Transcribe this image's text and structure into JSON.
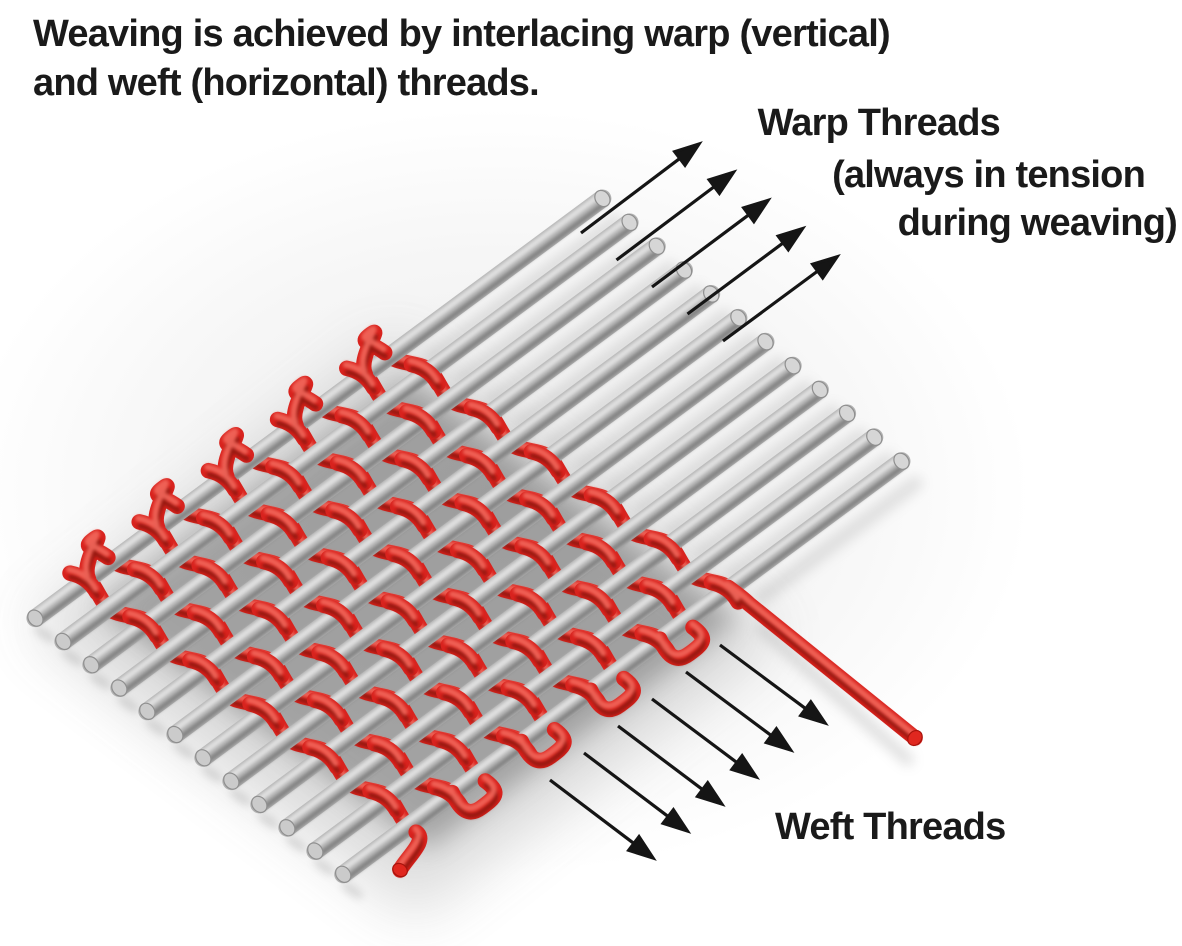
{
  "title": {
    "line1": "Weaving is achieved by interlacing warp (vertical)",
    "line2": "and weft (horizontal) threads."
  },
  "labels": {
    "warp_line1": "Warp Threads",
    "warp_line2": "(always in tension",
    "warp_line3": "during weaving)",
    "weft": "Weft Threads"
  },
  "figure": {
    "kind": "plain-weave-3d-illustration",
    "warp_thread_count": 12,
    "weft_row_count": 10,
    "warp_arrow_count": 5,
    "weft_arrow_count": 6,
    "colors": {
      "weft_red": "#d8231e",
      "weft_red_highlight": "#f2685c",
      "weft_red_dark": "#8c120d",
      "warp_gray": "#b3b3b3",
      "warp_gray_highlight": "#e4e4e4",
      "warp_gray_dark": "#7c7c7c",
      "cap_gray": "#cbcbcb",
      "cap_rim": "#8f8f8f",
      "arrow_black": "#151515",
      "text_black": "#1a1a1a",
      "background": "#ffffff"
    }
  }
}
